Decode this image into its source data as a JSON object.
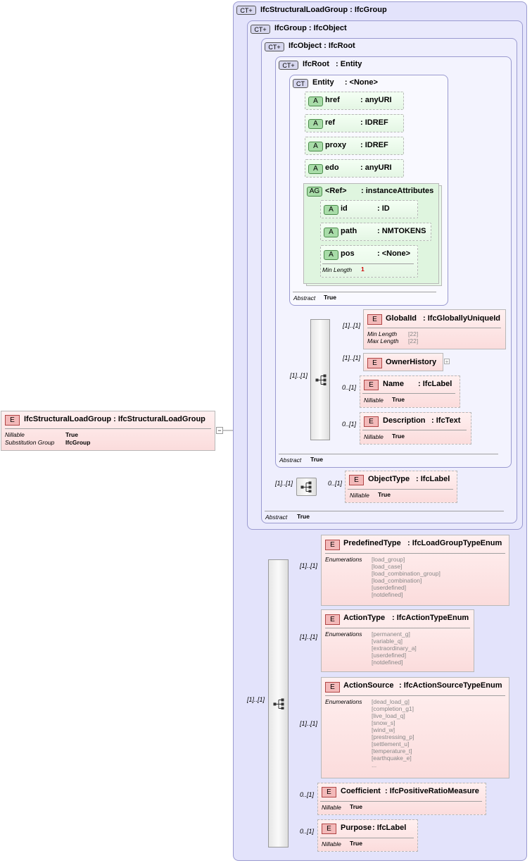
{
  "root": {
    "badge": "E",
    "title": "IfcStructuralLoadGroup : IfcStructuralLoadGroup",
    "props": [
      {
        "label": "Nillable",
        "value": "True"
      },
      {
        "label": "Substitution Group",
        "value": "IfcGroup"
      }
    ]
  },
  "types": {
    "ct_badge": "CT",
    "struct": "IfcStructuralLoadGroup : IfcGroup",
    "group": "IfcGroup : IfcObject",
    "object": "IfcObject : IfcRoot",
    "root": "IfcRoot   : Entity",
    "entity": "Entity     : <None>"
  },
  "attributes": [
    {
      "badge": "A",
      "name": "href",
      "type": ": anyURI"
    },
    {
      "badge": "A",
      "name": "ref",
      "type": ": IDREF"
    },
    {
      "badge": "A",
      "name": "proxy",
      "type": ": IDREF"
    },
    {
      "badge": "A",
      "name": "edo",
      "type": ": anyURI"
    }
  ],
  "attr_group": {
    "badge": "AG",
    "name": "<Ref>",
    "type": ": instanceAttributes",
    "attrs": [
      {
        "badge": "A",
        "name": "id",
        "type": ": ID"
      },
      {
        "badge": "A",
        "name": "path",
        "type": ": NMTOKENS"
      },
      {
        "badge": "A",
        "name": "pos",
        "type": ": <None>"
      }
    ],
    "pos_prop": {
      "label": "Min Length",
      "value": "1"
    }
  },
  "abstract": {
    "label": "Abstract",
    "value": "True"
  },
  "root_elements": {
    "globalid": {
      "name": "GlobalId",
      "type": ": IfcGloballyUniqueId",
      "card": "[1]..[1]",
      "props": [
        {
          "label": "Min Length",
          "value": "[22]"
        },
        {
          "label": "Max Length",
          "value": "[22]"
        }
      ]
    },
    "ownerhistory": {
      "name": "OwnerHistory",
      "card": "[1]..[1]"
    },
    "name": {
      "name": "Name",
      "type": ": IfcLabel",
      "card": "0..[1]",
      "prop": {
        "label": "Nillable",
        "value": "True"
      }
    },
    "description": {
      "name": "Description",
      "type": ": IfcText",
      "card": "0..[1]",
      "prop": {
        "label": "Nillable",
        "value": "True"
      }
    },
    "seq_card": "[1]..[1]"
  },
  "object_elements": {
    "objecttype": {
      "name": "ObjectType",
      "type": ": IfcLabel",
      "card": "0..[1]",
      "prop": {
        "label": "Nillable",
        "value": "True"
      }
    },
    "seq_card": "[1]..[1]"
  },
  "struct_elements": {
    "seq_card": "[1]..[1]",
    "enum_label": "Enumerations",
    "predefinedtype": {
      "name": "PredefinedType",
      "type": ": IfcLoadGroupTypeEnum",
      "card": "[1]..[1]",
      "enums": [
        "[load_group]",
        "[load_case]",
        "[load_combination_group]",
        "[load_combination]",
        "[userdefined]",
        "[notdefined]"
      ]
    },
    "actiontype": {
      "name": "ActionType",
      "type": ": IfcActionTypeEnum",
      "card": "[1]..[1]",
      "enums": [
        "[permanent_g]",
        "[variable_q]",
        "[extraordinary_a]",
        "[userdefined]",
        "[notdefined]"
      ]
    },
    "actionsource": {
      "name": "ActionSource",
      "type": ": IfcActionSourceTypeEnum",
      "card": "[1]..[1]",
      "enums": [
        "[dead_load_g]",
        "[completion_g1]",
        "[live_load_q]",
        "[snow_s]",
        "[wind_w]",
        "[prestressing_p]",
        "[settlement_u]",
        "[temperature_t]",
        "[earthquake_e]",
        "..."
      ]
    },
    "coefficient": {
      "name": "Coefficient",
      "type": ": IfcPositiveRatioMeasure",
      "card": "0..[1]",
      "prop": {
        "label": "Nillable",
        "value": "True"
      }
    },
    "purpose": {
      "name": "Purpose",
      "type": ": IfcLabel",
      "card": "0..[1]",
      "prop": {
        "label": "Nillable",
        "value": "True"
      }
    }
  },
  "colors": {
    "element_fill": "#fbdcdc",
    "attribute_fill": "#e4f6e4",
    "type_fill": "#e3e3fb",
    "card_text": "#cc0000"
  }
}
